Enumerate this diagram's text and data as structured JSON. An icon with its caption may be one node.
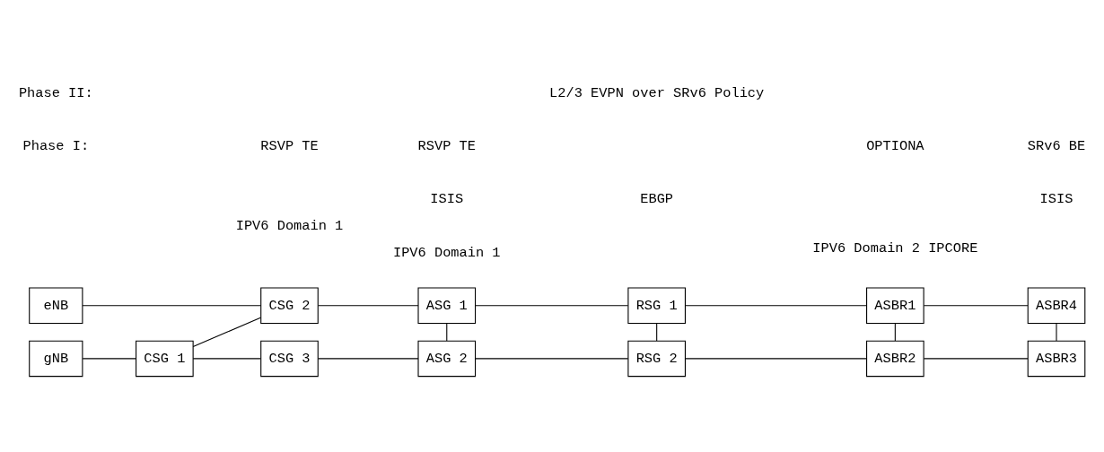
{
  "diagram": {
    "nodes": [
      {
        "text": [
          "eNB"
        ]
      },
      {
        "text": [
          "gNB"
        ]
      },
      {
        "text": [
          "CSG 2"
        ]
      },
      {
        "text": [
          "CSG 1"
        ]
      },
      {
        "text": [
          "CSG 3"
        ]
      },
      {
        "text": [
          "ASG 1"
        ]
      },
      {
        "text": [
          "RSG 1"
        ]
      },
      {
        "text": [
          "ASBR1"
        ]
      },
      {
        "text": [
          "ASBR4"
        ]
      },
      {
        "text": [
          "ASG 2"
        ]
      },
      {
        "text": [
          "RSG 2"
        ]
      },
      {
        "text": [
          "ASBR2"
        ]
      },
      {
        "text": [
          "ASBR3"
        ]
      }
    ],
    "edges": [
      {
        "from": 0,
        "to": 2,
        "arrow": "none"
      },
      {
        "from": 1,
        "to": 3,
        "arrow": "none"
      },
      {
        "from": 3,
        "to": 2,
        "arrow": "none"
      },
      {
        "from": 3,
        "to": 4,
        "arrow": "none"
      },
      {
        "from": 2,
        "to": 5,
        "arrow": "none"
      },
      {
        "from": 4,
        "to": 9,
        "arrow": "none"
      },
      {
        "from": 5,
        "to": 9,
        "arrow": "none"
      },
      {
        "from": 5,
        "to": 6,
        "arrow": "none"
      },
      {
        "from": 9,
        "to": 10,
        "arrow": "none"
      },
      {
        "from": 6,
        "to": 10,
        "arrow": "none"
      },
      {
        "from": 6,
        "to": 7,
        "arrow": "none"
      },
      {
        "from": 10,
        "to": 11,
        "arrow": "none"
      },
      {
        "from": 7,
        "to": 11,
        "arrow": "none"
      },
      {
        "from": 7,
        "to": 8,
        "arrow": "none"
      },
      {
        "from": 8,
        "to": 12,
        "arrow": "none"
      },
      {
        "from": 11,
        "to": 12,
        "arrow": "none"
      }
    ],
    "labels": [
      "IPV6 Domain 1",
      "IPV6 Domain 1",
      "IPV6 Domain 2 IPCORE",
      "ISIS",
      "EBGP",
      "ISIS",
      "Phase I:",
      "RSVP TE",
      "RSVP TE",
      "OPTIONA",
      "SRv6 BE",
      "Phase II:",
      "L2/3 EVPN over SRv6 Policy"
    ]
  }
}
